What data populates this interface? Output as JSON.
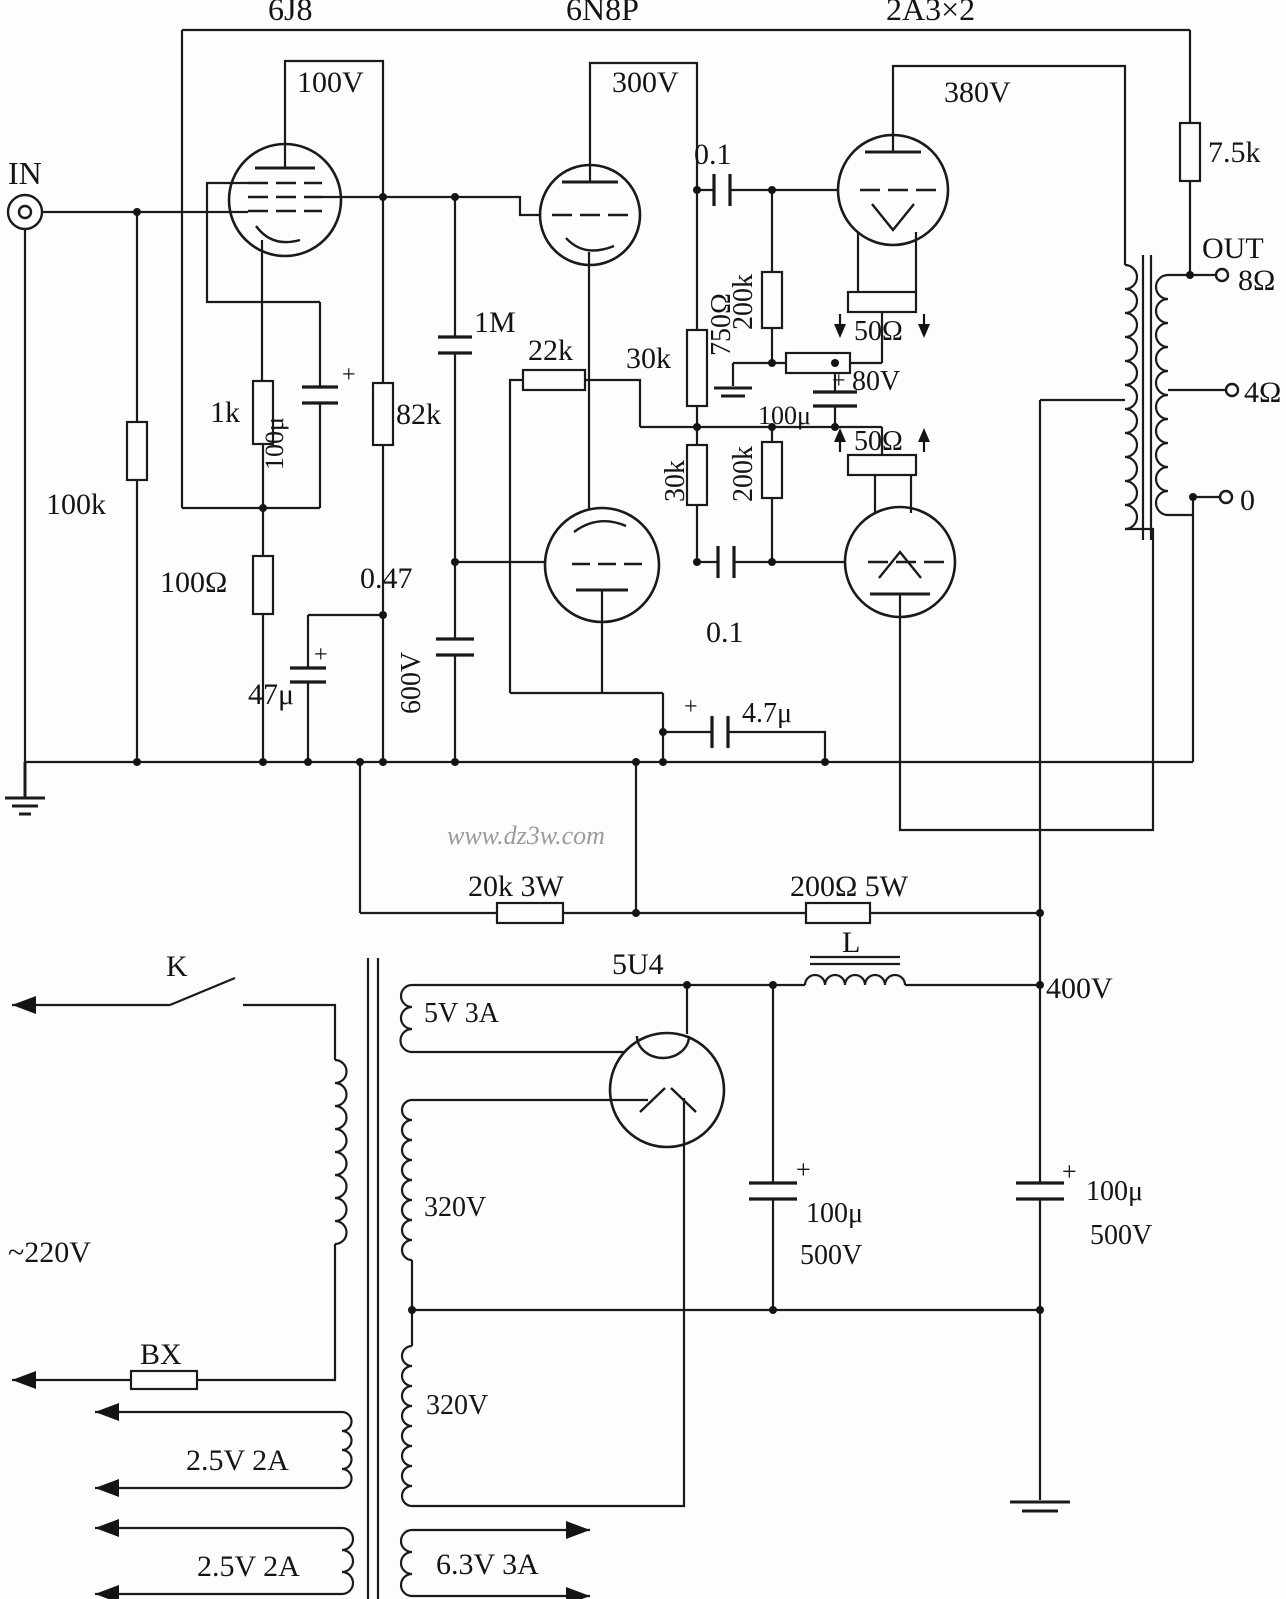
{
  "schematic": {
    "type": "tube amplifier circuit diagram",
    "tubes": {
      "v1": "6J8",
      "v2": "6N8P",
      "v3": "2A3×2",
      "v4": "5U4"
    },
    "voltages": {
      "plate1": "100V",
      "plate2": "300V",
      "plate3": "380V",
      "bias": "80V",
      "supply": "400V",
      "mains": "~220V"
    },
    "io": {
      "input": "IN",
      "output": "OUT",
      "tap8": "8Ω",
      "tap4": "4Ω",
      "tap0": "0"
    },
    "resistors": {
      "feedback": "7.5k",
      "grid_in": "100k",
      "cathode1": "1k",
      "fb_leg": "100Ω",
      "load1": "82k",
      "common": "22k",
      "plate_a": "30k",
      "plate_b": "30k",
      "grid_a": "200k",
      "grid_b": "200k",
      "bias_r": "750Ω",
      "hum_a": "50Ω",
      "hum_b": "50Ω",
      "bleeder": "20k 3W",
      "dropper": "200Ω 5W"
    },
    "capacitors": {
      "c1m": "1M",
      "c047": "0.47",
      "c600v": "600V",
      "ck": "100μ",
      "c47u": "47μ",
      "coup_a": "0.1",
      "coup_b": "0.1",
      "cbias": "100μ",
      "c47u2": "4.7μ",
      "filter1": "100μ",
      "filter1v": "500V",
      "filter2": "100μ",
      "filter2v": "500V",
      "plus": "+"
    },
    "power": {
      "switch": "K",
      "fuse": "BX",
      "mains": "~220V",
      "rect_fil": "5V 3A",
      "hv1": "320V",
      "hv2": "320V",
      "fil1": "2.5V 2A",
      "fil2": "2.5V 2A",
      "fil3": "6.3V 3A",
      "choke": "L"
    },
    "watermark": "www.dz3w.com"
  }
}
